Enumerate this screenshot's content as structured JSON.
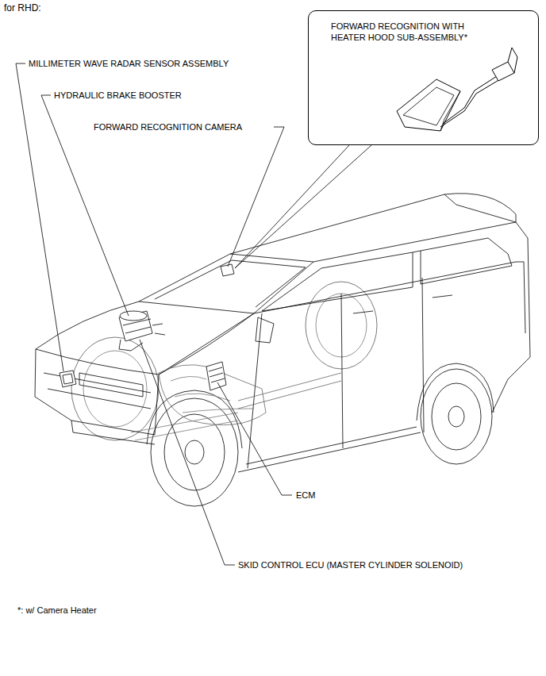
{
  "diagram": {
    "title": "for RHD:",
    "nodes": [
      {
        "text": [
          "FORWARD RECOGNITION WITH HEATER HOOD SUB-ASSEMBLY*"
        ]
      }
    ],
    "labels": [
      "MILLIMETER WAVE RADAR SENSOR ASSEMBLY",
      "HYDRAULIC BRAKE BOOSTER",
      "FORWARD RECOGNITION CAMERA",
      "ECM",
      "SKID CONTROL ECU (MASTER CYLINDER SOLENOID)",
      "*: w/ Camera Heater"
    ]
  }
}
